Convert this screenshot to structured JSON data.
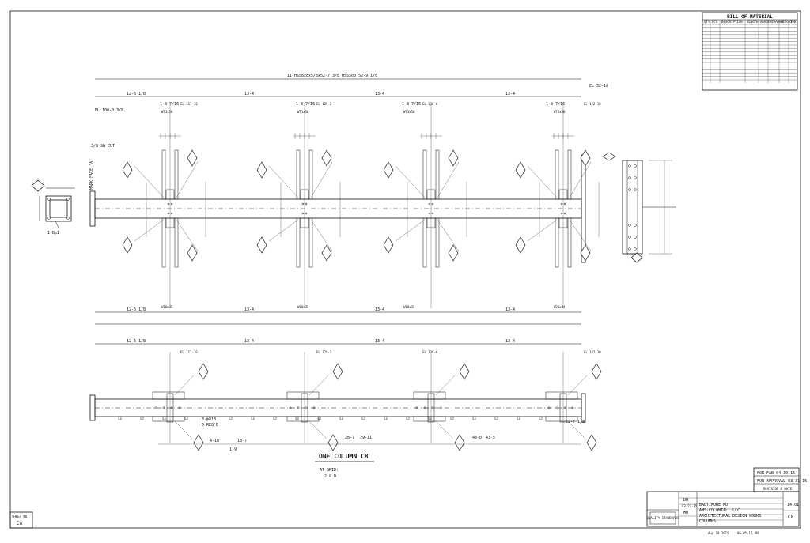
{
  "bom": {
    "title": "BILL OF MATERIAL",
    "col_headers": [
      "QTY",
      "PCS",
      "DESCRIPTION",
      "LENGTH",
      "GRADE",
      "REMARKS",
      "WEIGHT",
      "JOB"
    ]
  },
  "elevation": {
    "top_dimension": "11-HSS8x8x5/8x52-7 3/8  HSS500  52-9 1/8",
    "spans": [
      "12-6 1/8",
      "13-4",
      "13-4",
      "13-4"
    ],
    "end_elevation": "EL 52-10",
    "start_elevation": "EL 100-0 3/8",
    "grid_labels": [
      "EL 117-10",
      "EL 125-2",
      "EL 130-6",
      "EL 152-10"
    ],
    "connections": [
      "1-8 7/16",
      "1-8 7/16",
      "1-8 7/16",
      "1-8 7/16"
    ],
    "members": [
      "WT1x50",
      "WT1x50",
      "WT1x50",
      "WT1x50"
    ],
    "bottom_spans": [
      "12-6 1/8",
      "13-4",
      "13-4",
      "13-4"
    ],
    "bottom_members": [
      "W18x35",
      "W18x35",
      "W18x35",
      "W21x44"
    ],
    "cut_note": "3/8 SG CUT",
    "mark_note": "MARK FACE \"A\"",
    "base_label": "1-Bp1"
  },
  "plan": {
    "spans": [
      "12-6 1/8",
      "13-4",
      "13-4",
      "13-4"
    ],
    "grid_labels": [
      "EL 117-10",
      "EL 125-2",
      "EL 130-6",
      "EL 152-10"
    ],
    "bolt_note": "3-p318",
    "bolt_note2": "6 REQ'D",
    "bottom_dims": [
      "4-10",
      "18-7",
      "1-9",
      "28-7",
      "29-11",
      "43-0",
      "43-5",
      "52-7 1/8"
    ]
  },
  "drawing": {
    "title": "ONE COLUMN C8",
    "grid_note_label": "AT GRID:",
    "grid_note_value": "2 & D"
  },
  "revisions": {
    "rev1": "FOR FAB 04-30-15",
    "rev2": "FOR APPROVAL 03-31-15",
    "rev_header": "REVISION & DATE"
  },
  "title_block": {
    "company": "BALTIMORE MD",
    "client": "AMS-COLONIAL, LLC",
    "project": "ARCHITECTURAL DESIGN WORKS",
    "sheet_desc": "COLUMNS",
    "drawn_by": "DH",
    "checked_by": "MM",
    "date": "03-27-15",
    "job_no": "14-01",
    "sheet_no": "C8",
    "logo": "QUALITY STANDARDS",
    "footer_left": "Aug 10 2015",
    "footer_right": "06-05-17 PM"
  },
  "sheet_box": {
    "label": "SHEET NO.",
    "value": "C8"
  }
}
